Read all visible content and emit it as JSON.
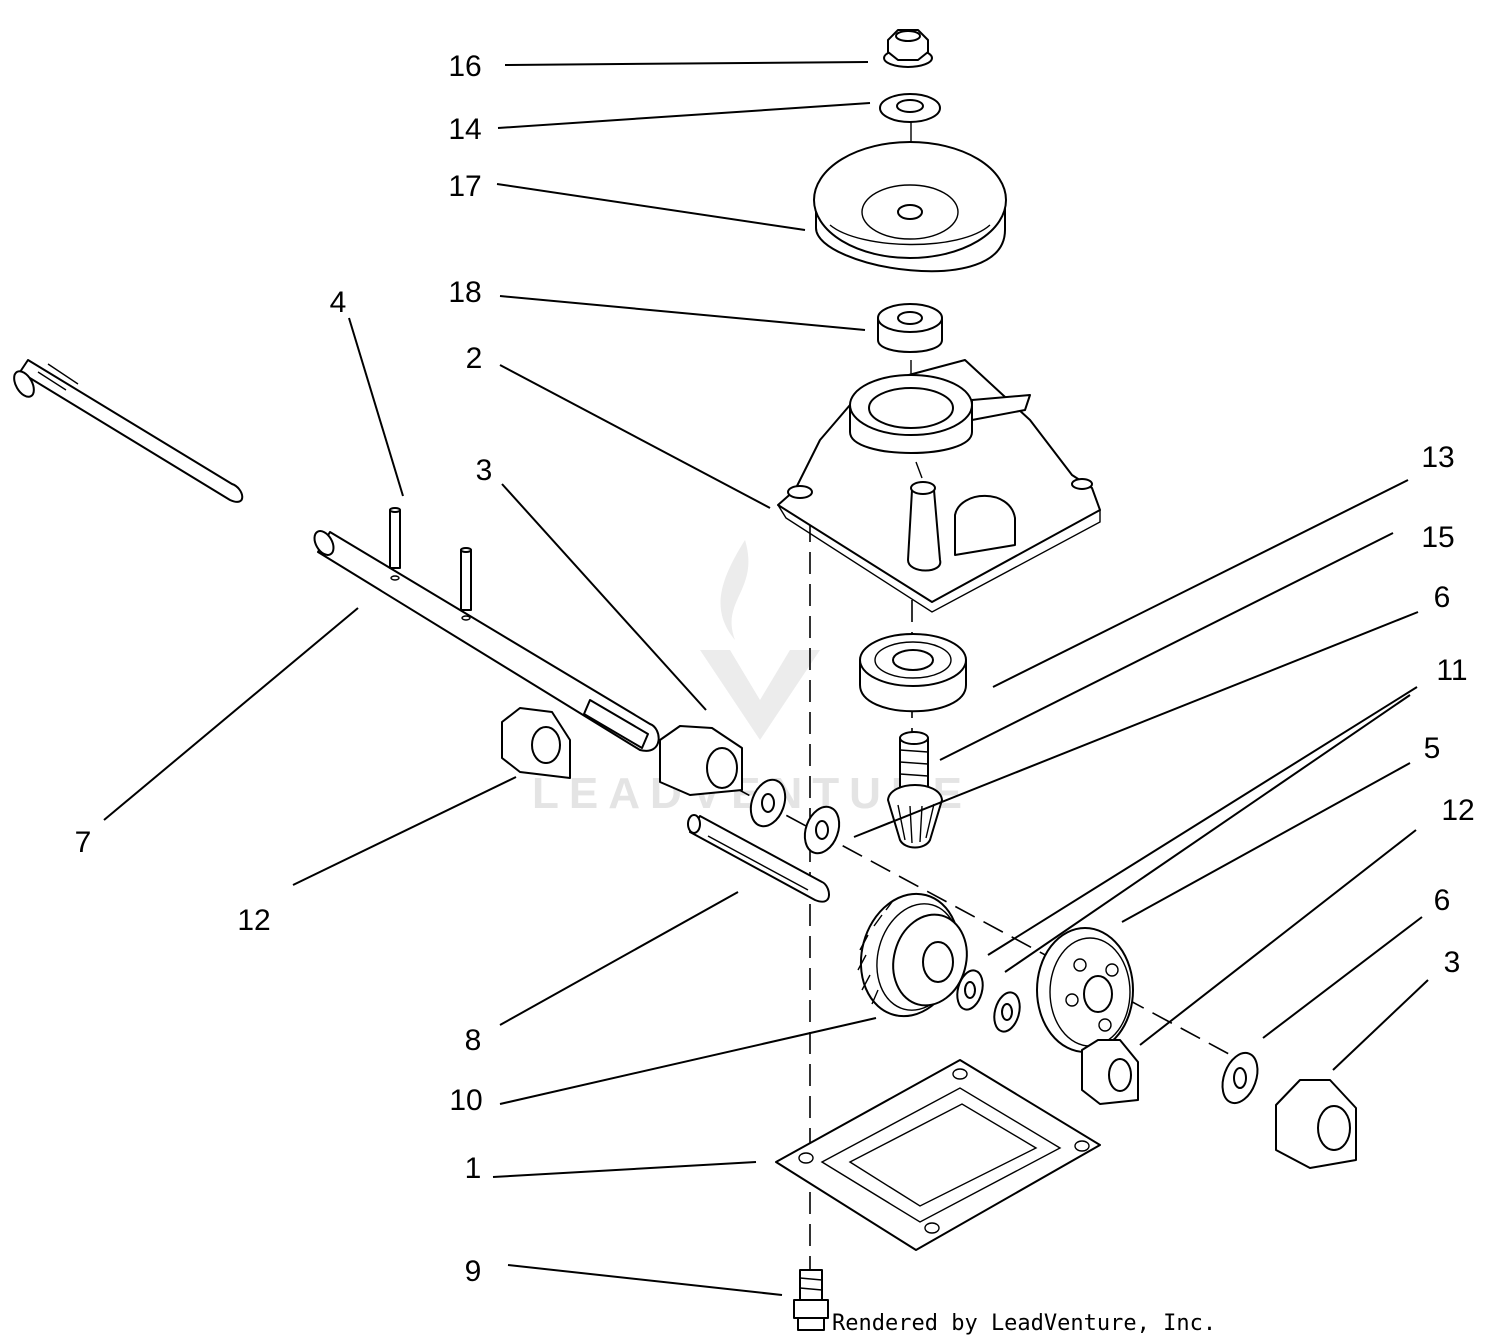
{
  "watermark": {
    "text": "LEADVENTURE",
    "color": "#e4e4e4"
  },
  "credit": "Rendered by LeadVenture, Inc.",
  "callouts": [
    {
      "id": "c16",
      "text": "16"
    },
    {
      "id": "c14",
      "text": "14"
    },
    {
      "id": "c17",
      "text": "17"
    },
    {
      "id": "c18",
      "text": "18"
    },
    {
      "id": "c2",
      "text": "2"
    },
    {
      "id": "c4",
      "text": "4"
    },
    {
      "id": "c3a",
      "text": "3"
    },
    {
      "id": "c7",
      "text": "7"
    },
    {
      "id": "c12a",
      "text": "12"
    },
    {
      "id": "c8",
      "text": "8"
    },
    {
      "id": "c10",
      "text": "10"
    },
    {
      "id": "c1",
      "text": "1"
    },
    {
      "id": "c9",
      "text": "9"
    },
    {
      "id": "c13",
      "text": "13"
    },
    {
      "id": "c15",
      "text": "15"
    },
    {
      "id": "c6a",
      "text": "6"
    },
    {
      "id": "c11",
      "text": "11"
    },
    {
      "id": "c5",
      "text": "5"
    },
    {
      "id": "c12b",
      "text": "12"
    },
    {
      "id": "c6b",
      "text": "6"
    },
    {
      "id": "c3b",
      "text": "3"
    }
  ]
}
